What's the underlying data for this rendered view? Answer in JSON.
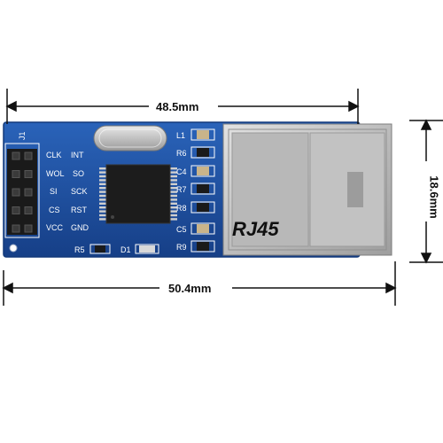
{
  "dimensions": {
    "top": "48.5mm",
    "bottom": "50.4mm",
    "right": "18.6mm"
  },
  "connector_label": "RJ45",
  "header": {
    "ref": "J1",
    "pins_left": [
      "CLK",
      "WOL",
      "SI",
      "CS",
      "VCC"
    ],
    "pins_right": [
      "INT",
      "SO",
      "SCK",
      "RST",
      "GND"
    ]
  },
  "components": {
    "right_column": [
      "L1",
      "R6",
      "C4",
      "R7",
      "R8",
      "C5",
      "R9"
    ],
    "bottom_row": [
      "R5",
      "D1"
    ]
  },
  "colors": {
    "pcb": "#1b4fa0",
    "pcb_edge": "#12397a",
    "silk": "#ffffff",
    "chip": "#1c1c1c",
    "metal": "#c9c9c9"
  }
}
